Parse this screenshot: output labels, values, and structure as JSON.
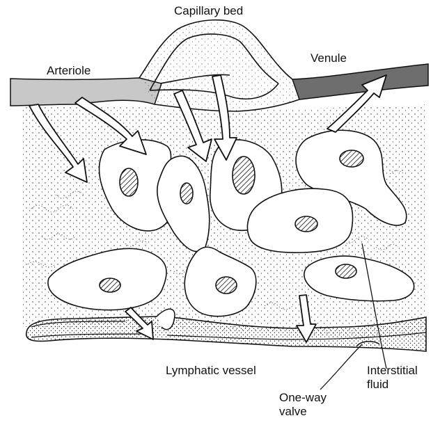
{
  "labels": {
    "capillary_bed": "Capillary bed",
    "arteriole": "Arteriole",
    "venule": "Venule",
    "lymphatic_vessel": "Lymphatic vessel",
    "interstitial_fluid_line1": "Interstitial",
    "interstitial_fluid_line2": "fluid",
    "one_way_valve_line1": "One-way",
    "one_way_valve_line2": "valve"
  },
  "colors": {
    "arteriole_fill": "#c8c8c8",
    "venule_fill": "#6e6e6e",
    "line": "#111111"
  }
}
